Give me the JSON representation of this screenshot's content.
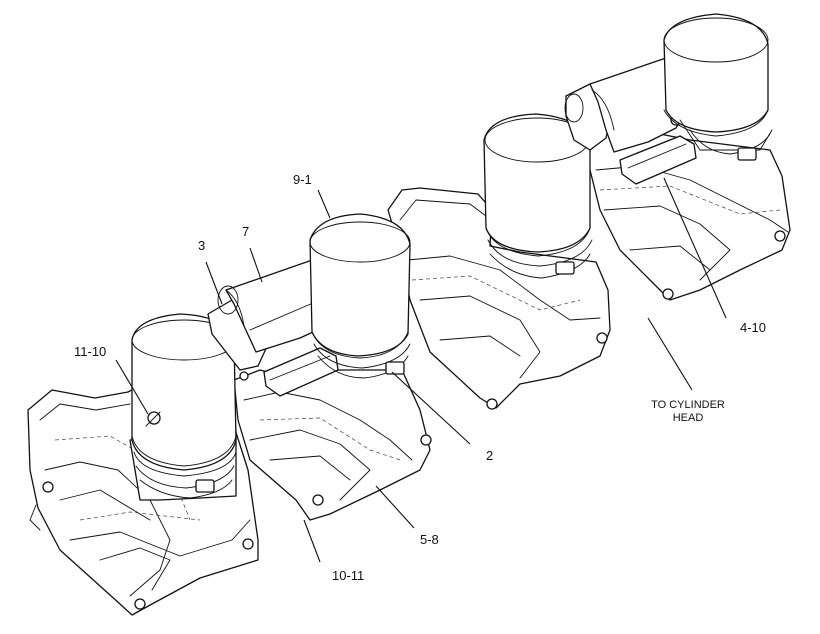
{
  "diagram": {
    "colors": {
      "ink": "#111111",
      "paper": "#ffffff",
      "texture": "#555555"
    },
    "callouts": [
      {
        "id": "c-9-1",
        "text": "9-1"
      },
      {
        "id": "c-3",
        "text": "3"
      },
      {
        "id": "c-7",
        "text": "7"
      },
      {
        "id": "c-11-10",
        "text": "11-10"
      },
      {
        "id": "c-2",
        "text": "2"
      },
      {
        "id": "c-5-8",
        "text": "5-8"
      },
      {
        "id": "c-10-11",
        "text": "10-11"
      },
      {
        "id": "c-4-10",
        "text": "4-10"
      }
    ],
    "note": {
      "line1": "TO CYLINDER",
      "line2": "HEAD"
    }
  }
}
